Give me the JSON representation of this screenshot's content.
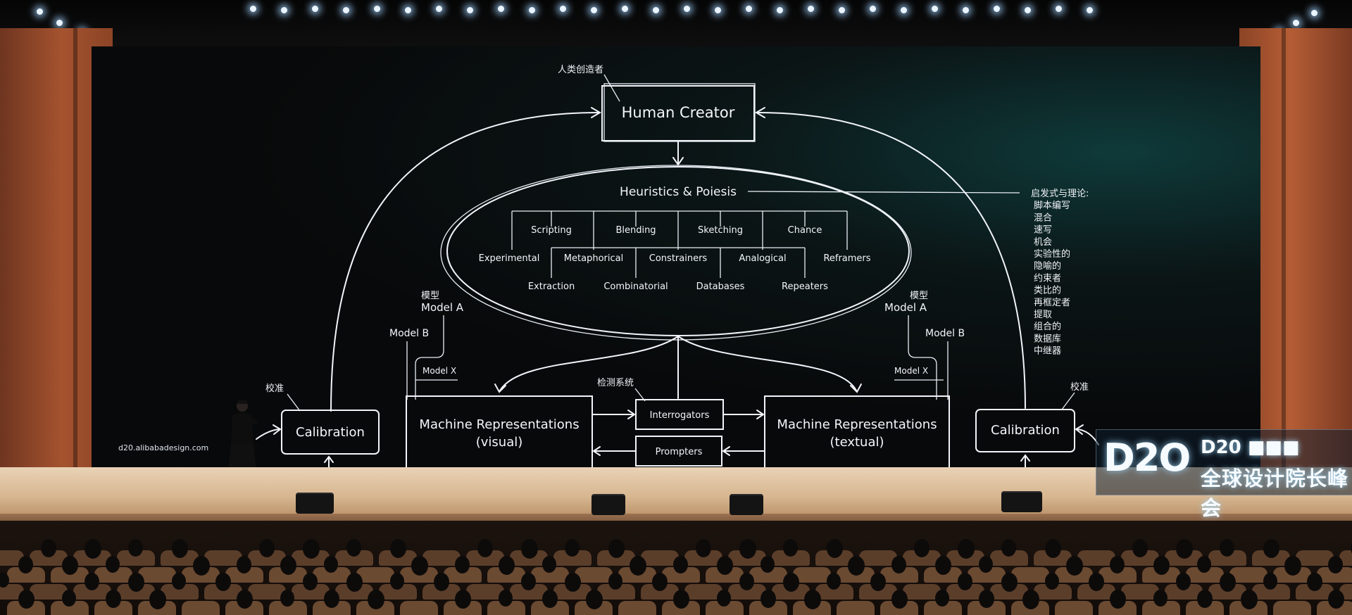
{
  "scene": {
    "url_text": "d20.alibabadesign.com",
    "sign": {
      "logo": "D2O",
      "line1": "D20 ■■■",
      "line2": "全球设计院长峰会"
    }
  },
  "diagram": {
    "top_box": {
      "cn_label": "人类创造者",
      "label": "Human Creator"
    },
    "ellipse_title": "Heuristics & Poiesis",
    "heuristics_row1": [
      "Scripting",
      "Blending",
      "Sketching",
      "Chance"
    ],
    "heuristics_row2": [
      "Experimental",
      "Metaphorical",
      "Constrainers",
      "Analogical",
      "Reframers"
    ],
    "heuristics_row3": [
      "Extraction",
      "Combinatorial",
      "Databases",
      "Repeaters"
    ],
    "right_cn_legend": [
      "启发式与理论:",
      "脚本编写",
      "混合",
      "速写",
      "机会",
      "实验性的",
      "隐喻的",
      "约束者",
      "类比的",
      "再框定者",
      "提取",
      "组合的",
      "数据库",
      "中继器"
    ],
    "left_models": {
      "cn": "模型",
      "model_a": "Model A",
      "model_b": "Model B",
      "model_x": "Model X"
    },
    "right_models": {
      "cn": "模型",
      "model_a": "Model A",
      "model_b": "Model B",
      "model_x": "Model X"
    },
    "left_calibration": {
      "cn": "校准",
      "label": "Calibration"
    },
    "right_calibration": {
      "cn": "校准",
      "label": "Calibration"
    },
    "visual_box": {
      "line1": "Machine Representations",
      "line2": "(visual)"
    },
    "textual_box": {
      "line1": "Machine Representations",
      "line2": "(textual)"
    },
    "middle": {
      "cn": "检测系统",
      "interrogators": "Interrogators",
      "prompters": "Prompters"
    }
  }
}
